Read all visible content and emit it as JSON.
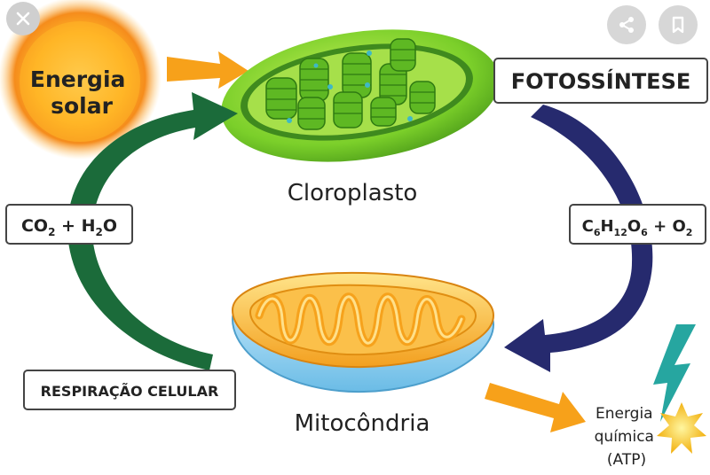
{
  "labels": {
    "energia_solar": [
      "Energia",
      "solar"
    ],
    "cloroplasto": "Cloroplasto",
    "fotossintese": "FOTOSSÍNTESE",
    "mitocondria": "Mitocôndria",
    "respiracao": "RESPIRAÇÃO CELULAR",
    "energia_quimica": [
      "Energia",
      "química",
      "(ATP)"
    ]
  },
  "formulas": {
    "left": {
      "parts": [
        "CO",
        "2",
        " + H",
        "2",
        "O"
      ]
    },
    "right": {
      "parts": [
        "C",
        "6",
        "H",
        "12",
        "O",
        "6",
        " + O",
        "2"
      ]
    }
  },
  "toolbar": {
    "close_icon": "close-icon",
    "share_icon": "share-icon",
    "bookmark_icon": "bookmark-icon"
  },
  "colors": {
    "sun_core": "#f9a825",
    "sun_glow": "#ffd54f",
    "arrow_orange": "#f7a11a",
    "arrow_green": "#1b6b3a",
    "arrow_navy": "#262a6e",
    "chloroplast": "#8bd32f",
    "mitochondria": "#f5b030",
    "mito_membrane": "#7fc6ea",
    "bolt": "#26a6a0"
  }
}
